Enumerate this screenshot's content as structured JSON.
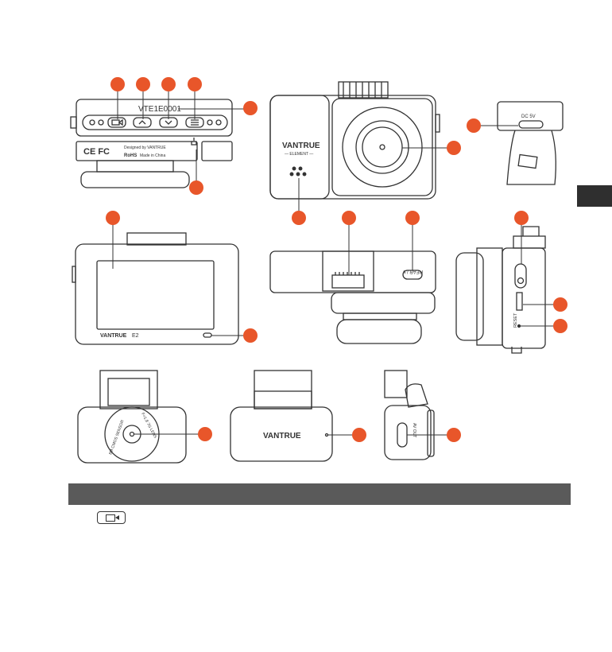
{
  "colors": {
    "marker": "#e8562a",
    "line": "#333333",
    "header_bar": "#5a5a5a",
    "side_tab": "#2f2f2f"
  },
  "device": {
    "model_id": "VTE1E0001",
    "brand": "VANTRUE",
    "brand_sub": "— ELEMENT —",
    "designed_by": "Designed by VANTRUE",
    "made_in": "Made in China",
    "rohs": "RoHS",
    "ce_fcc": "CE FC",
    "screen_brand": "VANTRUE",
    "screen_model": "E2",
    "dc_label": "DC 5V",
    "rear_label": "REAR / ϟ",
    "reset_label": "RESET",
    "lens_text_left": "8M CMOS SENSOR",
    "lens_text_right": "F=1.8 7G LENS",
    "av_label": "AV OUT",
    "rear_brand": "VANTRUE"
  },
  "section_bar": {
    "title": ""
  },
  "key_row": {
    "icon": "record-button-icon"
  }
}
